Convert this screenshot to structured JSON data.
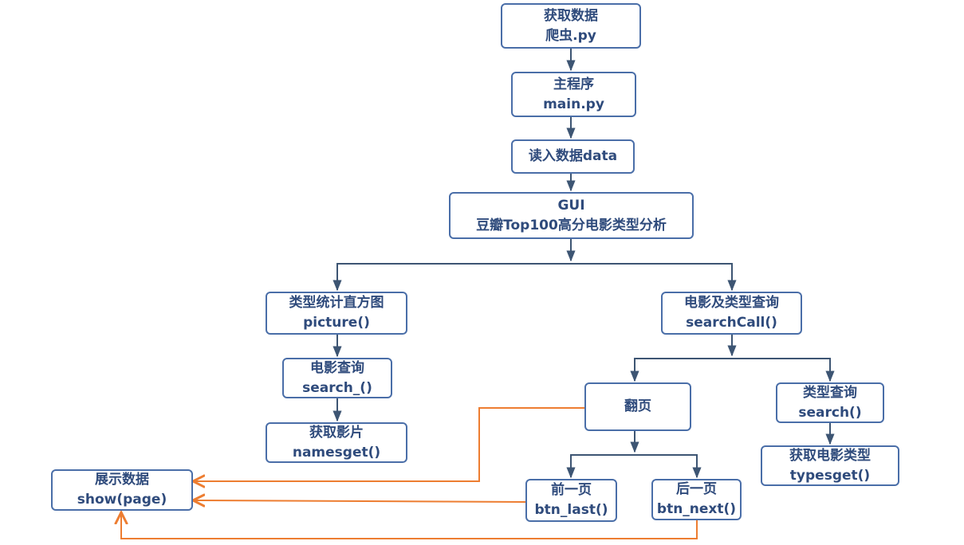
{
  "nodes": {
    "get_data": {
      "line1": "获取数据",
      "line2": "爬虫.py"
    },
    "main": {
      "line1": "主程序",
      "line2": "main.py"
    },
    "read_data": {
      "line1": "读入数据data"
    },
    "gui": {
      "line1": "GUI",
      "line2": "豆瓣Top100高分电影类型分析"
    },
    "histogram": {
      "line1": "类型统计直方图",
      "line2": "picture()"
    },
    "search_call": {
      "line1": "电影及类型查询",
      "line2": "searchCall()"
    },
    "movie_query": {
      "line1": "电影查询",
      "line2": "search_()"
    },
    "get_film": {
      "line1": "获取影片",
      "line2": "namesget()"
    },
    "page_turn": {
      "line1": "翻页"
    },
    "type_query": {
      "line1": "类型查询",
      "line2": "search()"
    },
    "get_types": {
      "line1": "获取电影类型",
      "line2": "typesget()"
    },
    "show_data": {
      "line1": "展示数据",
      "line2": "show(page)"
    },
    "prev_page": {
      "line1": "前一页",
      "line2": "btn_last()"
    },
    "next_page": {
      "line1": "后一页",
      "line2": "btn_next()"
    }
  },
  "colors": {
    "flow": "#3d5573",
    "callback": "#ed7d31",
    "node_border": "#4a6ea8",
    "node_text": "#2f4b7c"
  }
}
